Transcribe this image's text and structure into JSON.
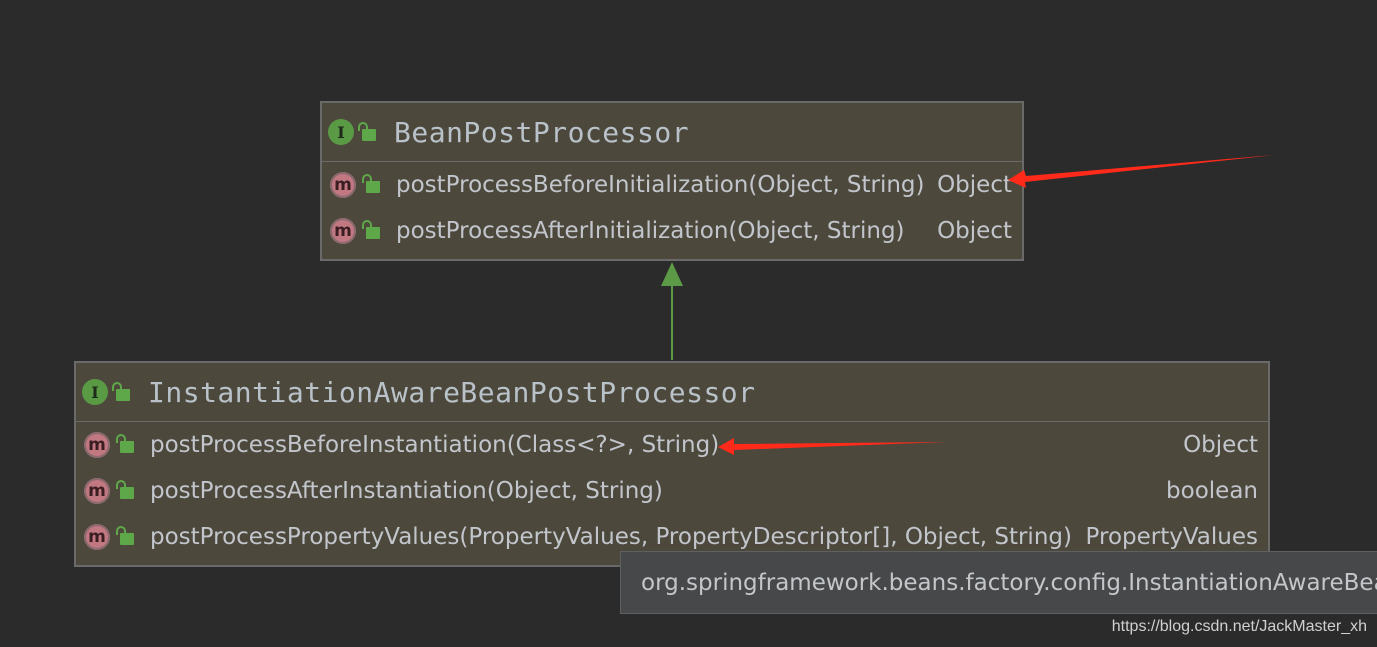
{
  "diagram": {
    "parent": {
      "name": "BeanPostProcessor",
      "methods": [
        {
          "signature": "postProcessBeforeInitialization(Object, String)",
          "returns": "Object"
        },
        {
          "signature": "postProcessAfterInitialization(Object, String)",
          "returns": "Object"
        }
      ]
    },
    "child": {
      "name": "InstantiationAwareBeanPostProcessor",
      "methods": [
        {
          "signature": "postProcessBeforeInstantiation(Class<?>, String)",
          "returns": "Object"
        },
        {
          "signature": "postProcessAfterInstantiation(Object, String)",
          "returns": "boolean"
        },
        {
          "signature": "postProcessPropertyValues(PropertyValues, PropertyDescriptor[], Object, String)",
          "returns": "PropertyValues"
        }
      ]
    },
    "icons": {
      "interface": "I",
      "method": "m"
    }
  },
  "tooltip": "org.springframework.beans.factory.config.InstantiationAwareBea",
  "watermark": "https://blog.csdn.net/JackMaster_xh",
  "colors": {
    "background": "#2b2b2b",
    "box": "#4c483c",
    "inheritance_arrow": "#5c9a48",
    "annotation_arrow": "#ff2a1a"
  }
}
